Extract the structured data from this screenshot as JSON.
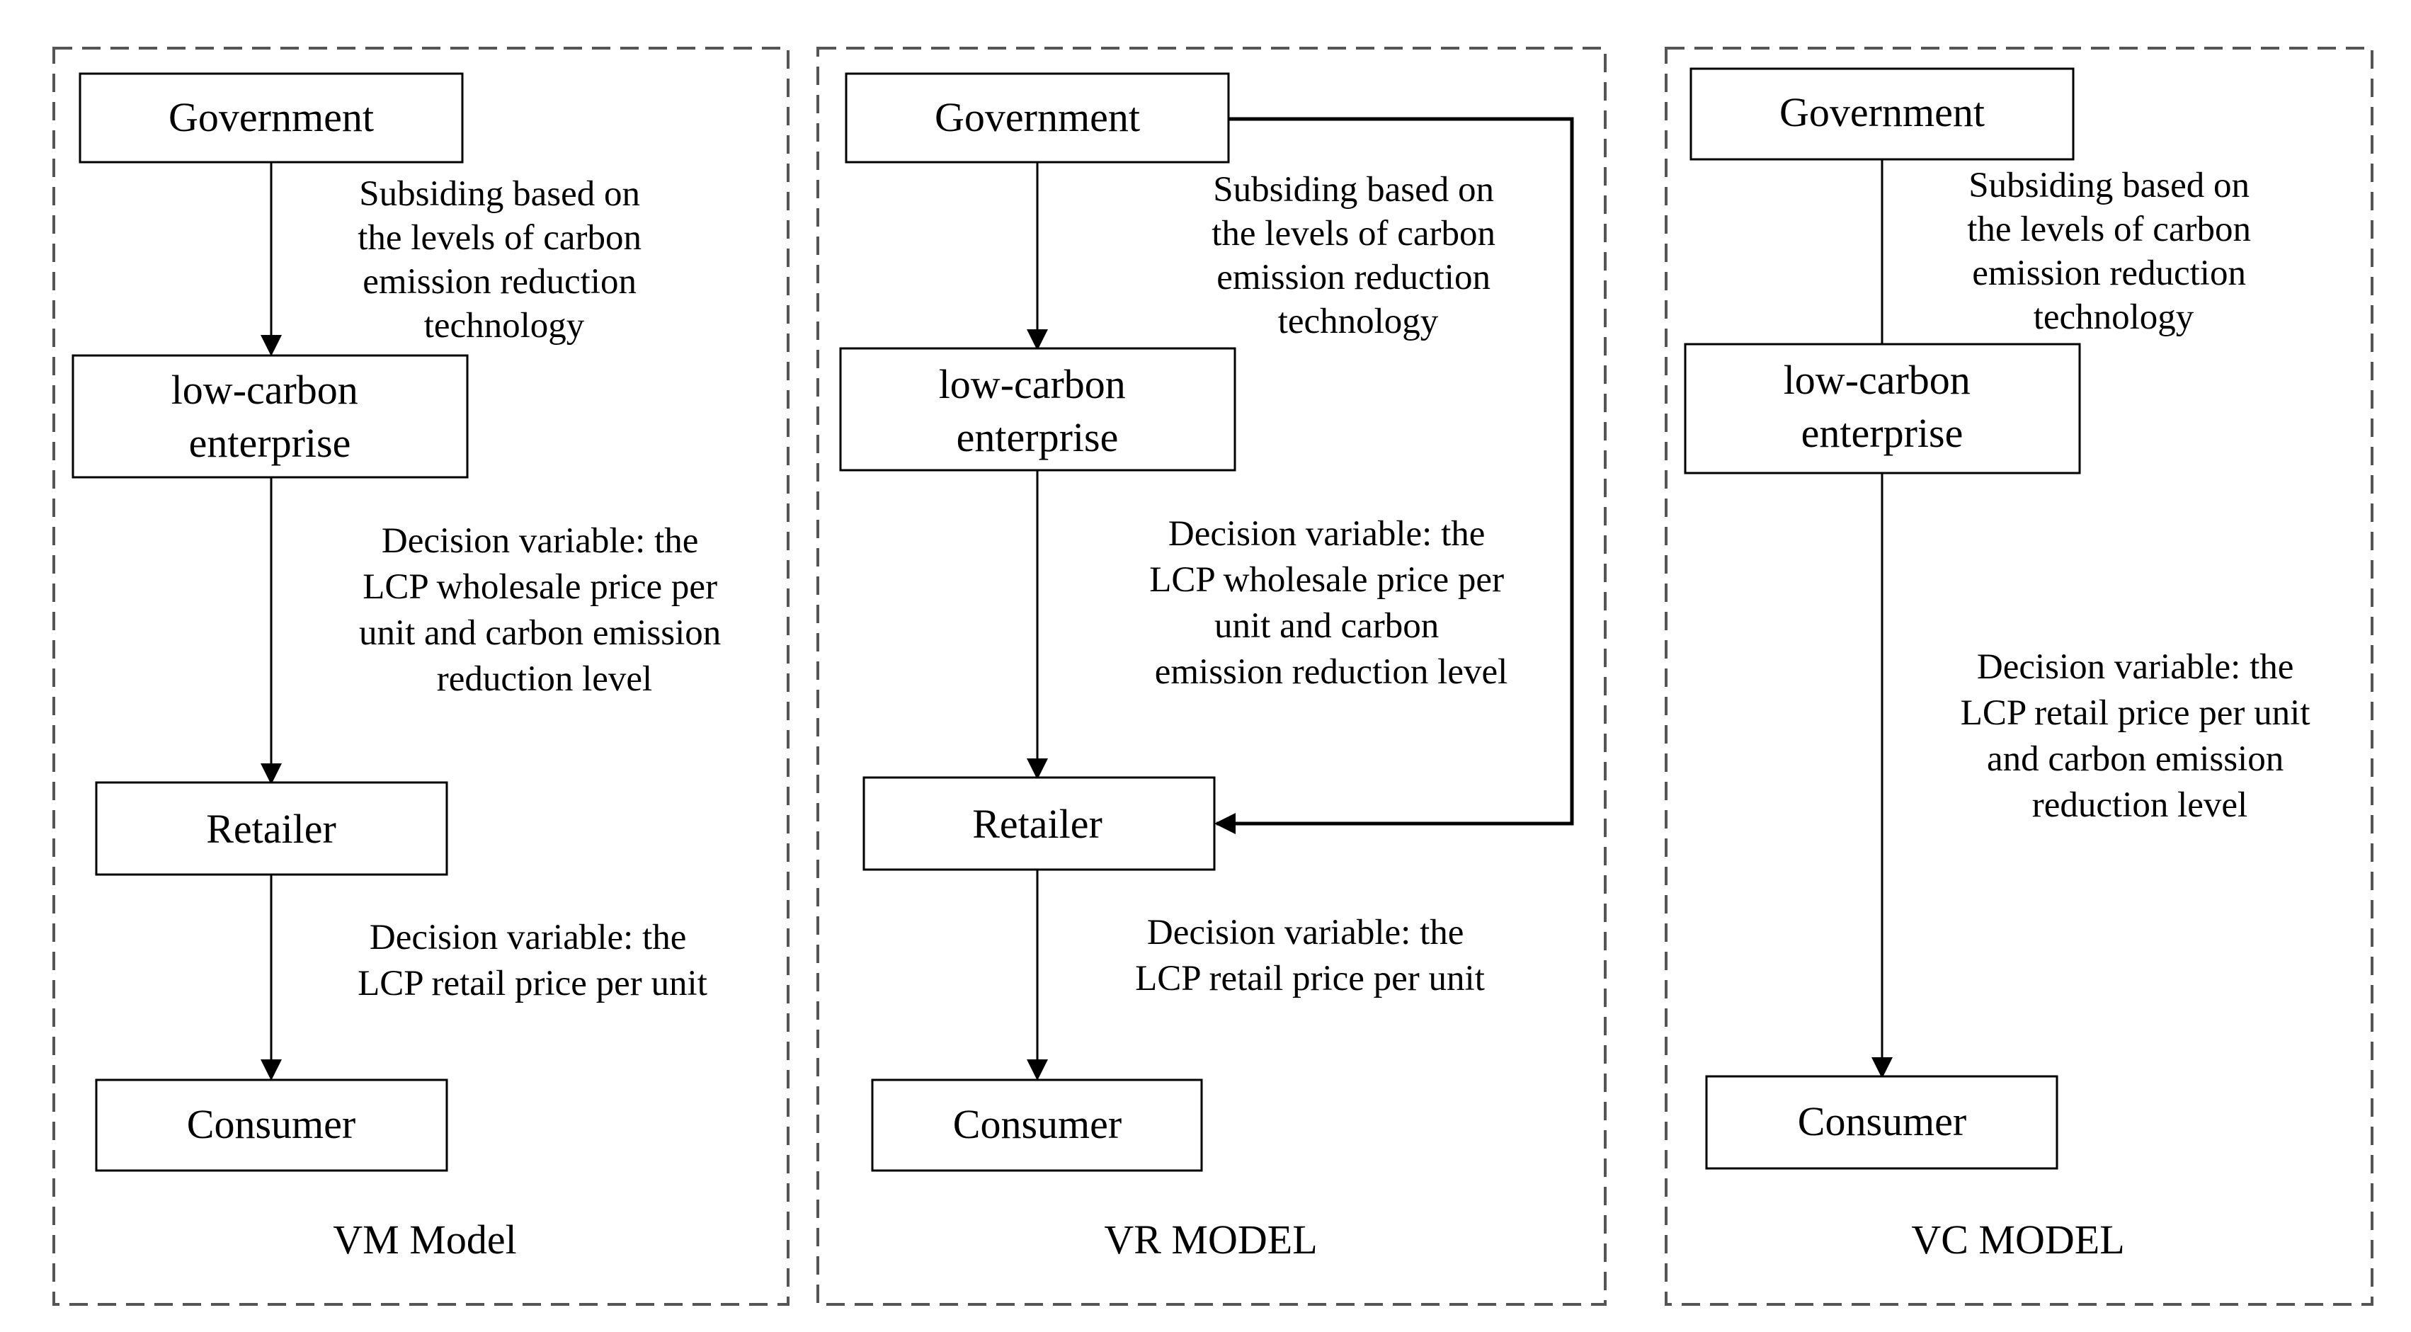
{
  "colors": {
    "line": "#000000",
    "background": "#ffffff",
    "frame": "#555555"
  },
  "panels": [
    {
      "model_label": "VM Model",
      "nodes": {
        "government": "Government",
        "enterprise": [
          "low-carbon",
          "enterprise"
        ],
        "retailer": "Retailer",
        "consumer": "Consumer"
      },
      "labels": {
        "subsidy": [
          "Subsiding based on",
          "the levels of carbon",
          "emission reduction",
          "technology"
        ],
        "enterprise_decision": [
          "Decision variable: the",
          "LCP wholesale price per",
          "unit and carbon emission",
          "reduction level"
        ],
        "retailer_decision": [
          "Decision variable: the",
          "LCP retail price per unit"
        ]
      }
    },
    {
      "model_label": "VR MODEL",
      "nodes": {
        "government": "Government",
        "enterprise": [
          "low-carbon",
          "enterprise"
        ],
        "retailer": "Retailer",
        "consumer": "Consumer"
      },
      "labels": {
        "subsidy": [
          "Subsiding based on",
          "the levels of carbon",
          "emission reduction",
          "technology"
        ],
        "enterprise_decision": [
          "Decision variable: the",
          "LCP wholesale price per",
          "unit  and carbon",
          "emission reduction level"
        ],
        "retailer_decision": [
          "Decision variable: the",
          "LCP retail price per unit"
        ]
      }
    },
    {
      "model_label": "VC MODEL",
      "nodes": {
        "government": "Government",
        "enterprise": [
          "low-carbon",
          "enterprise"
        ],
        "consumer": "Consumer"
      },
      "labels": {
        "subsidy": [
          "Subsiding based on",
          "the levels of carbon",
          "emission reduction",
          "technology"
        ],
        "enterprise_decision": [
          "Decision variable: the",
          "LCP retail  price per unit",
          "and carbon emission",
          "reduction level"
        ]
      }
    }
  ]
}
